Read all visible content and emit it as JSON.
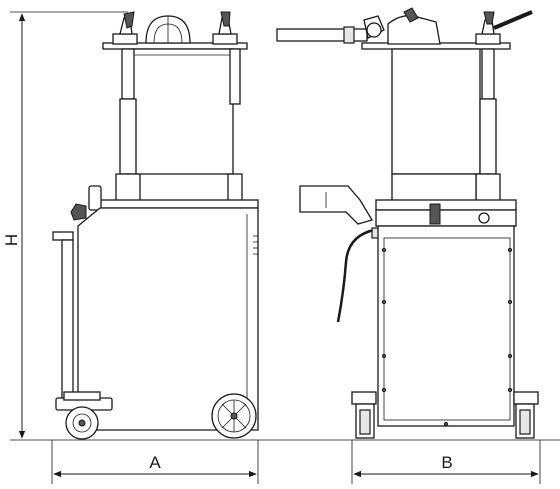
{
  "dimensions": {
    "height_label": "H",
    "width_label": "A",
    "depth_label": "B"
  }
}
